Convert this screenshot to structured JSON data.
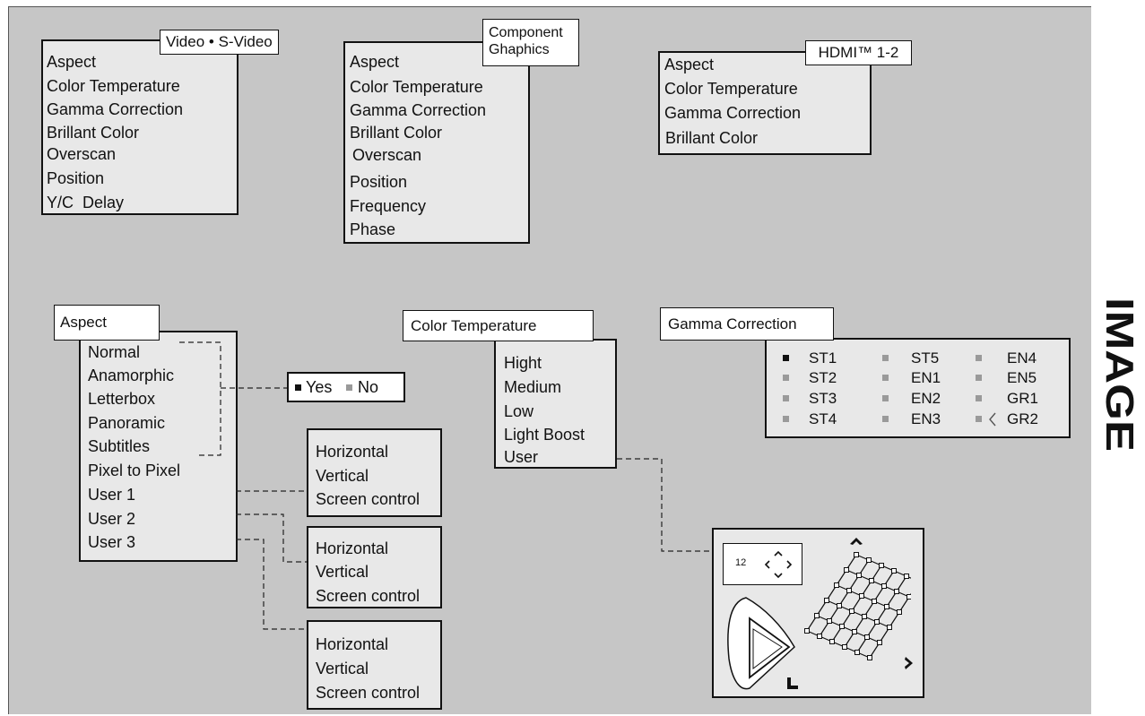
{
  "side_title": "IMAGE",
  "menus": {
    "video": {
      "tab": "Video • S-Video",
      "items": [
        "Aspect",
        "Color Temperature",
        "Gamma Correction",
        "Brillant Color",
        "Overscan",
        "Position",
        "Y/C  Delay"
      ]
    },
    "component": {
      "tab_line1": "Component",
      "tab_line2": "Ghaphics",
      "items": [
        "Aspect",
        "Color Temperature",
        "Gamma Correction",
        "Brillant Color",
        "Overscan",
        "Position",
        "Frequency",
        "Phase"
      ]
    },
    "hdmi": {
      "tab": "HDMI™ 1-2",
      "items": [
        "Aspect",
        "Color Temperature",
        "Gamma Correction",
        "Brillant Color"
      ]
    }
  },
  "aspect": {
    "tab": "Aspect",
    "items": [
      "Normal",
      "Anamorphic",
      "Letterbox",
      "Panoramic",
      "Subtitles",
      "Pixel to Pixel",
      "User 1",
      "User 2",
      "User 3"
    ]
  },
  "yes_no": {
    "yes": "Yes",
    "no": "No"
  },
  "user_boxes": [
    [
      "Horizontal",
      "Vertical",
      "Screen control"
    ],
    [
      "Horizontal",
      "Vertical",
      "Screen control"
    ],
    [
      "Horizontal",
      "Vertical",
      "Screen control"
    ]
  ],
  "color_temp": {
    "tab": "Color Temperature",
    "items": [
      "Hight",
      "Medium",
      "Low",
      "Light Boost",
      "User"
    ]
  },
  "gamma": {
    "tab": "Gamma Correction",
    "items": [
      [
        "ST1",
        "ST5",
        "EN4"
      ],
      [
        "ST2",
        "EN1",
        "EN5"
      ],
      [
        "ST3",
        "EN2",
        "GR1"
      ],
      [
        "ST4",
        "EN3",
        "GR2"
      ]
    ],
    "selected": "ST1"
  },
  "graphic": {
    "counter": "12"
  }
}
